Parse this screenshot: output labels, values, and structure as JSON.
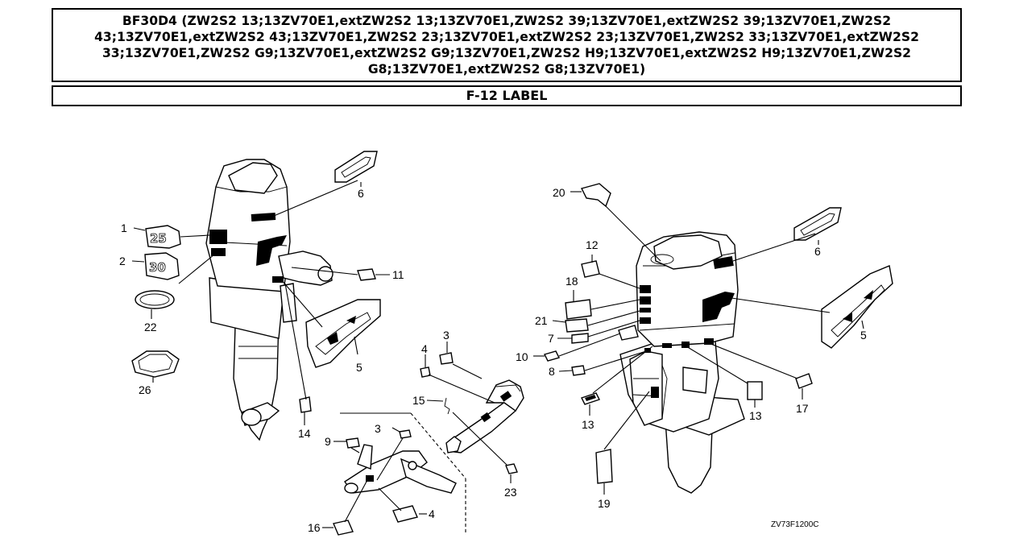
{
  "header": {
    "model_line": "BF30D4 (ZW2S2 13;13ZV70E1,extZW2S2 13;13ZV70E1,ZW2S2 39;13ZV70E1,extZW2S2 39;13ZV70E1,ZW2S2 43;13ZV70E1,extZW2S2 43;13ZV70E1,ZW2S2 23;13ZV70E1,extZW2S2 23;13ZV70E1,ZW2S2 33;13ZV70E1,extZW2S2 33;13ZV70E1,ZW2S2 G9;13ZV70E1,extZW2S2 G9;13ZV70E1,ZW2S2 H9;13ZV70E1,extZW2S2 H9;13ZV70E1,ZW2S2 G8;13ZV70E1,extZW2S2 G8;13ZV70E1)",
    "section_title": "F-12 LABEL"
  },
  "diagram": {
    "drawing_code": "ZV73F1200C",
    "callouts": {
      "c1": "1",
      "c2": "2",
      "c22": "22",
      "c26": "26",
      "c6a": "6",
      "c11": "11",
      "c5a": "5",
      "c14": "14",
      "c3a": "3",
      "c4a": "4",
      "c15": "15",
      "c23": "23",
      "c9": "9",
      "c3b": "3",
      "c16": "16",
      "c4b": "4",
      "c20": "20",
      "c12": "12",
      "c18": "18",
      "c21": "21",
      "c7": "7",
      "c10": "10",
      "c8": "8",
      "c6b": "6",
      "c5b": "5",
      "c13a": "13",
      "c13b": "13",
      "c17": "17",
      "c19": "19"
    }
  }
}
